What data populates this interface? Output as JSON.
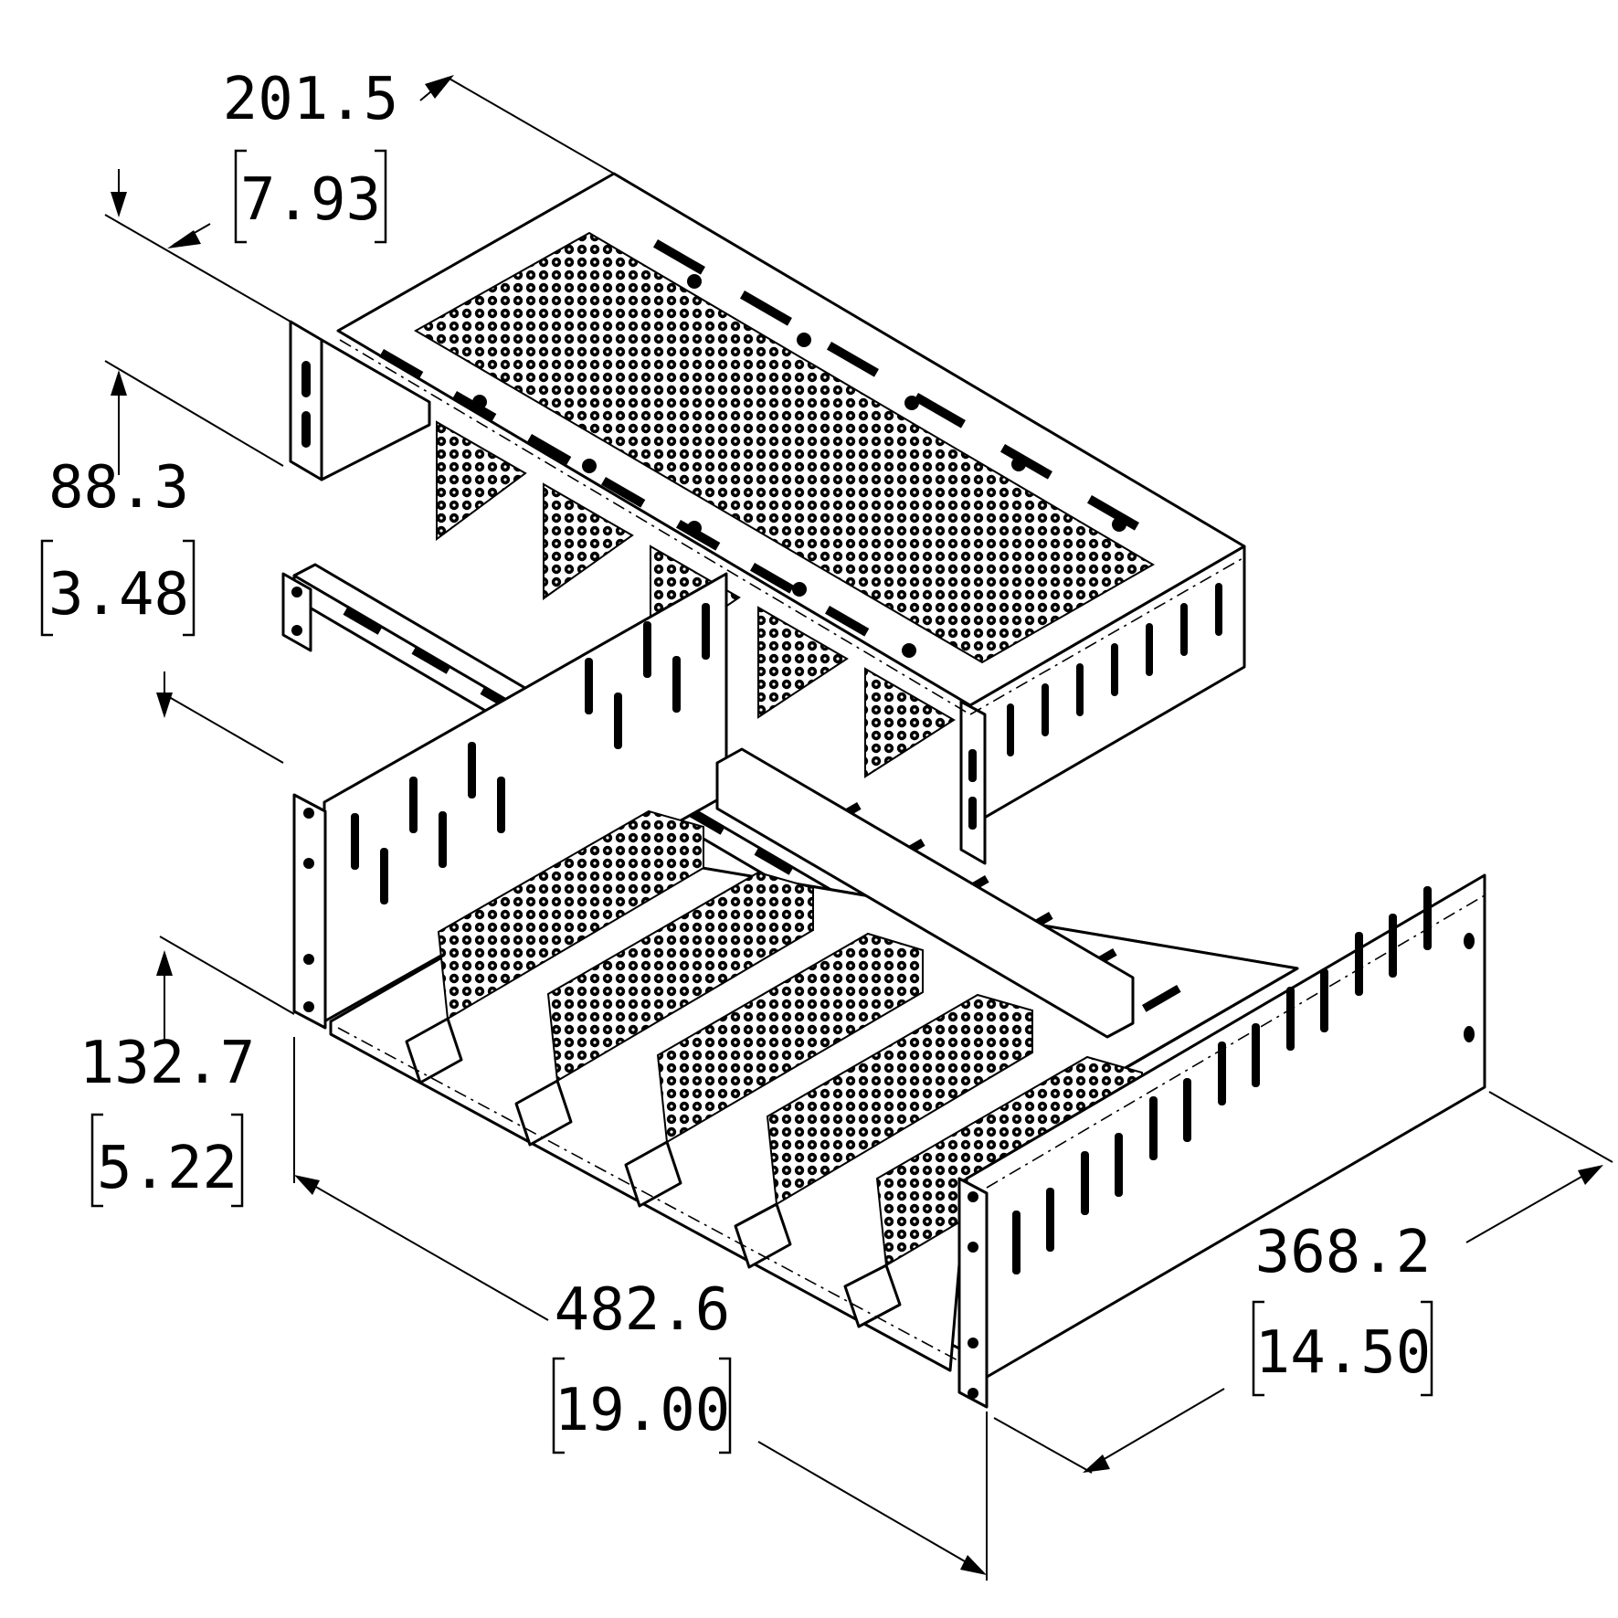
{
  "dimensions": {
    "top_depth": {
      "mm": "201.5",
      "inch": "7.93"
    },
    "top_height": {
      "mm": "88.3",
      "inch": "3.48"
    },
    "bottom_height": {
      "mm": "132.7",
      "inch": "5.22"
    },
    "width": {
      "mm": "482.6",
      "inch": "19.00"
    },
    "bottom_depth": {
      "mm": "368.2",
      "inch": "14.50"
    }
  }
}
